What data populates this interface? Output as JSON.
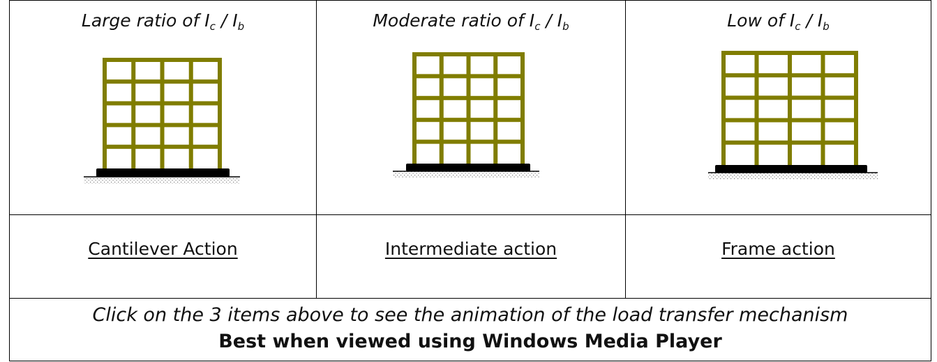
{
  "columns": [
    {
      "heading_prefix": "Large ratio of I",
      "sub_c": "c",
      "slash": " / I",
      "sub_b": "b",
      "action": "Cantilever Action",
      "frame": {
        "stories": 5,
        "bays": 4
      }
    },
    {
      "heading_prefix": "Moderate ratio of I",
      "sub_c": "c",
      "slash": " / I",
      "sub_b": "b",
      "action": "Intermediate action",
      "frame": {
        "stories": 5,
        "bays": 4
      }
    },
    {
      "heading_prefix": "Low of I",
      "sub_c": "c",
      "slash": " / I",
      "sub_b": "b",
      "action": "Frame action",
      "frame": {
        "stories": 5,
        "bays": 4
      }
    }
  ],
  "footer": {
    "instruction": "Click on the 3 items above to see the animation of the load transfer mechanism",
    "note": "Best when viewed using Windows Media Player"
  },
  "colors": {
    "frame": "#807d00",
    "base": "#000000",
    "ground_hatch": "#777777"
  }
}
